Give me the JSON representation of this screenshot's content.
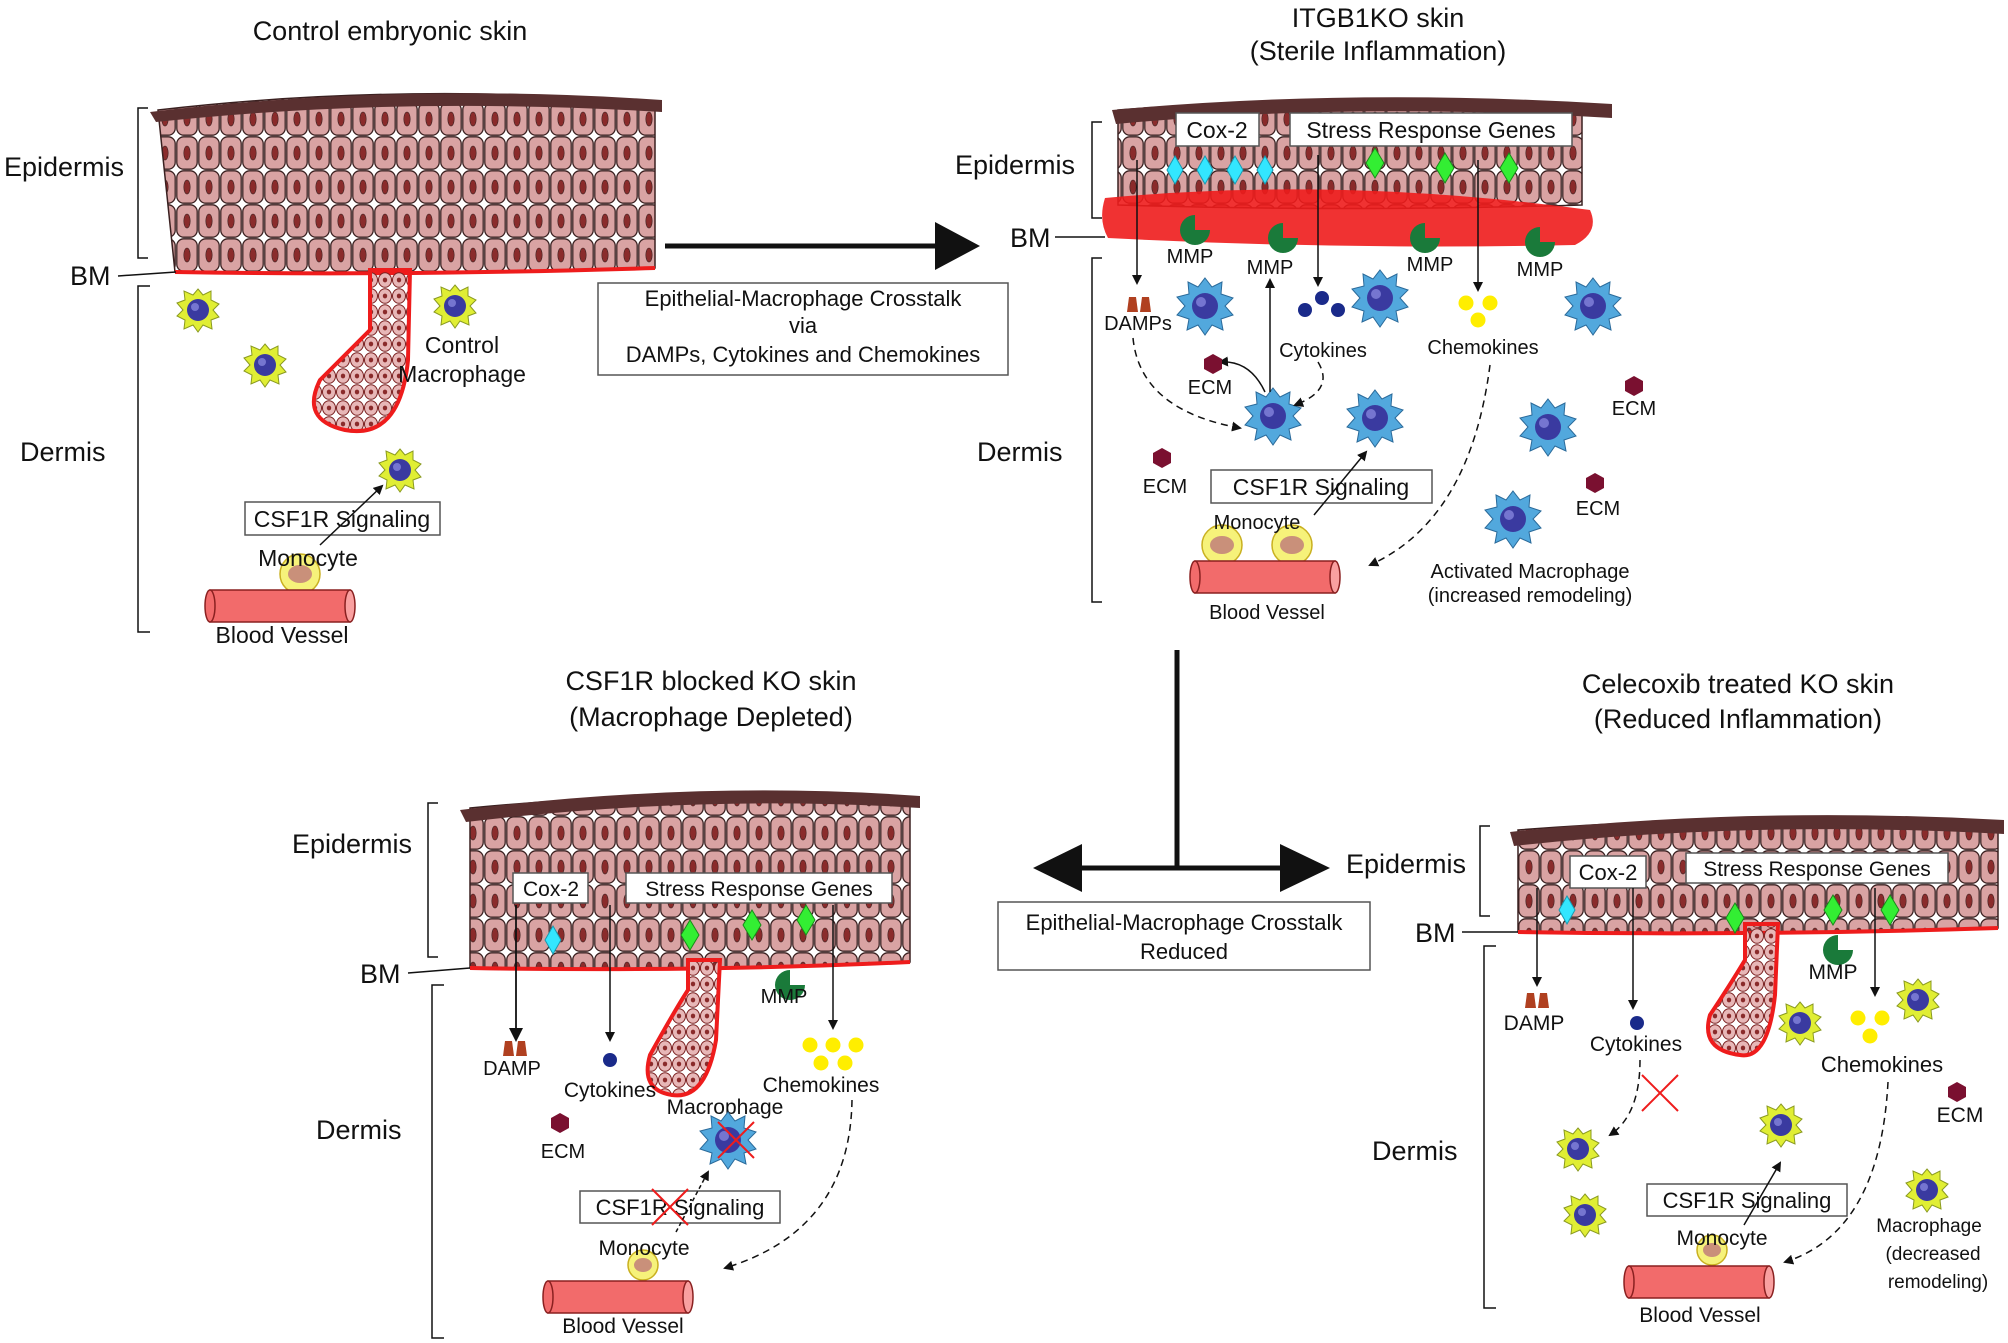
{
  "panels": {
    "control": {
      "title": "Control embryonic skin",
      "epidermis": "Epidermis",
      "bm": "BM",
      "dermis": "Dermis",
      "macrophage": "Control\nMacrophage",
      "csf1r": "CSF1R Signaling",
      "monocyte": "Monocyte",
      "vessel": "Blood Vessel"
    },
    "itgb1ko": {
      "title": "ITGB1KO skin",
      "subtitle": "(Sterile Inflammation)",
      "epidermis": "Epidermis",
      "bm": "BM",
      "dermis": "Dermis",
      "cox2": "Cox-2",
      "stress": "Stress Response Genes",
      "mmp": "MMP",
      "damps": "DAMPs",
      "cytokines": "Cytokines",
      "chemokines": "Chemokines",
      "ecm": "ECM",
      "csf1r": "CSF1R Signaling",
      "monocyte": "Monocyte",
      "vessel": "Blood Vessel",
      "activated": "Activated Macrophage",
      "activated_sub": "(increased remodeling)"
    },
    "csf1r_blocked": {
      "title": "CSF1R blocked KO skin",
      "subtitle": "(Macrophage Depleted)",
      "epidermis": "Epidermis",
      "bm": "BM",
      "dermis": "Dermis",
      "cox2": "Cox-2",
      "stress": "Stress Response Genes",
      "mmp": "MMP",
      "damp": "DAMP",
      "cytokines": "Cytokines",
      "chemokines": "Chemokines",
      "macrophage": "Macrophage",
      "ecm": "ECM",
      "csf1r": "CSF1R Signaling",
      "monocyte": "Monocyte",
      "vessel": "Blood Vessel"
    },
    "celecoxib": {
      "title": "Celecoxib treated KO skin",
      "subtitle": "(Reduced Inflammation)",
      "epidermis": "Epidermis",
      "bm": "BM",
      "dermis": "Dermis",
      "cox2": "Cox-2",
      "stress": "Stress Response Genes",
      "mmp": "MMP",
      "damp": "DAMP",
      "cytokines": "Cytokines",
      "chemokines": "Chemokines",
      "ecm": "ECM",
      "csf1r": "CSF1R Signaling",
      "monocyte": "Monocyte",
      "vessel": "Blood Vessel",
      "macrophage": "Macrophage",
      "macrophage_sub1": "(decreased",
      "macrophage_sub2": "remodeling)"
    }
  },
  "crosstalk_top": {
    "line1": "Epithelial-Macrophage Crosstalk",
    "line2": "via",
    "line3": "DAMPs, Cytokines and Chemokines"
  },
  "crosstalk_bottom": {
    "line1": "Epithelial-Macrophage Crosstalk",
    "line2": "Reduced"
  },
  "colors": {
    "skin_cell": "#d9a3a3",
    "skin_outline": "#3a2020",
    "nucleus": "#8a2b2b",
    "top_layer": "#5a3030",
    "bm_red": "#ee1c1c",
    "macrophage_green": "#e0ee34",
    "macrophage_blue": "#52a8dd",
    "nucleus_blue": "#3a3aa0",
    "cyan_diamond": "#33e6ff",
    "green_diamond": "#33ee33",
    "mmp_green": "#1a7a3a",
    "damp_brown": "#b04020",
    "cytokine_navy": "#1a2a8a",
    "chemokine_yellow": "#ffee00",
    "ecm_maroon": "#7a1030",
    "vessel": "#f26b6b",
    "monocyte_ring": "#f6f27a"
  }
}
